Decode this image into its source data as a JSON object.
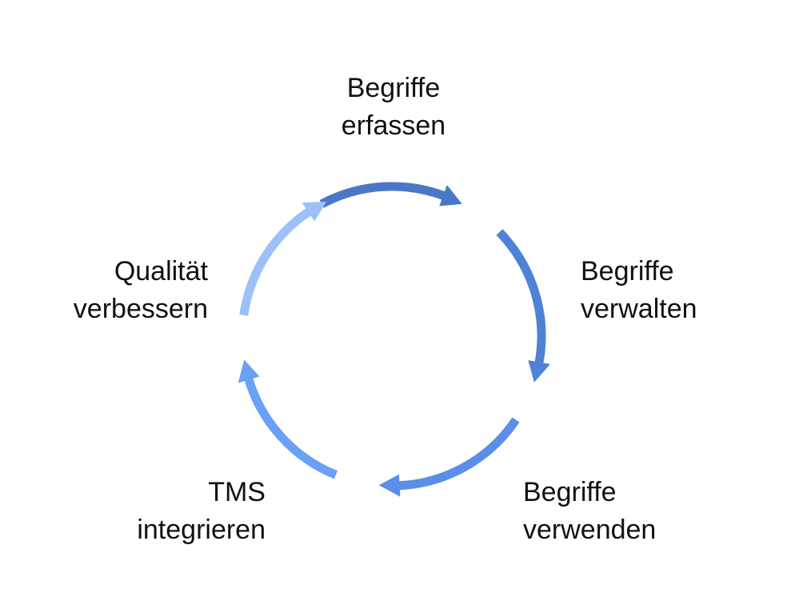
{
  "diagram": {
    "type": "cycle",
    "steps": [
      {
        "id": "erfassen",
        "line1": "Begriffe",
        "line2": "erfassen",
        "color": "#4a78c6"
      },
      {
        "id": "verwalten",
        "line1": "Begriffe",
        "line2": "verwalten",
        "color": "#4f82d6"
      },
      {
        "id": "verwenden",
        "line1": "Begriffe",
        "line2": "verwenden",
        "color": "#5a8ee8"
      },
      {
        "id": "integrieren",
        "line1": "TMS",
        "line2": "integrieren",
        "color": "#6aa0f5"
      },
      {
        "id": "verbessern",
        "line1": "Qualität",
        "line2": "verbessern",
        "color": "#9cc1f8"
      }
    ]
  }
}
